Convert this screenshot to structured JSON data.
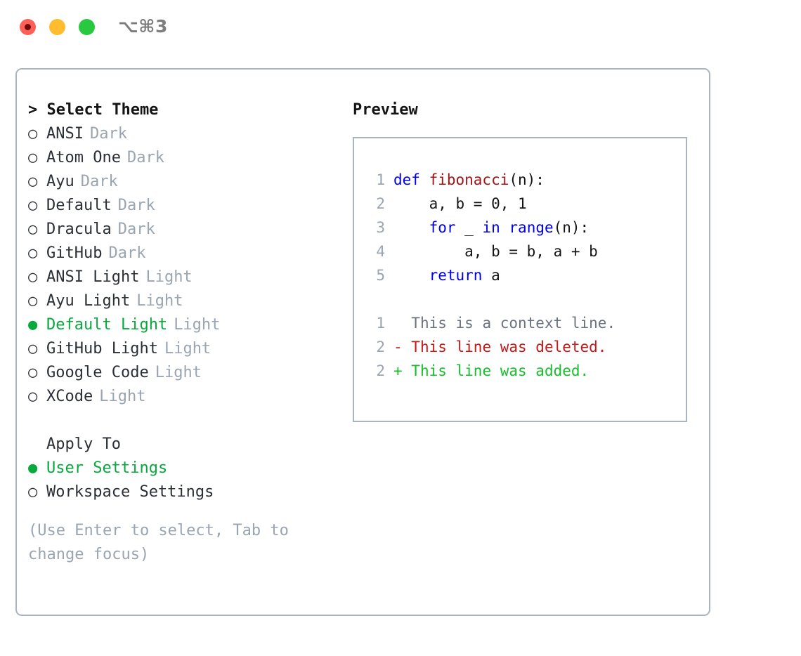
{
  "window": {
    "title": "⌥⌘3",
    "traffic_lights": [
      "close-red",
      "minimize-yellow",
      "maximize-green"
    ]
  },
  "theme_panel": {
    "heading": "> Select Theme",
    "bullet_selected": "●",
    "bullet_unselected": "○",
    "items": [
      {
        "name": "ANSI",
        "tag": "Dark",
        "selected": false
      },
      {
        "name": "Atom One",
        "tag": "Dark",
        "selected": false
      },
      {
        "name": "Ayu",
        "tag": "Dark",
        "selected": false
      },
      {
        "name": "Default",
        "tag": "Dark",
        "selected": false
      },
      {
        "name": "Dracula",
        "tag": "Dark",
        "selected": false
      },
      {
        "name": "GitHub",
        "tag": "Dark",
        "selected": false
      },
      {
        "name": "ANSI Light",
        "tag": "Light",
        "selected": false
      },
      {
        "name": "Ayu Light",
        "tag": "Light",
        "selected": false
      },
      {
        "name": "Default Light",
        "tag": "Light",
        "selected": true
      },
      {
        "name": "GitHub Light",
        "tag": "Light",
        "selected": false
      },
      {
        "name": "Google Code",
        "tag": "Light",
        "selected": false
      },
      {
        "name": "XCode",
        "tag": "Light",
        "selected": false
      }
    ]
  },
  "apply_to": {
    "heading": "Apply To",
    "options": [
      {
        "name": "User Settings",
        "selected": true
      },
      {
        "name": "Workspace Settings",
        "selected": false
      }
    ]
  },
  "hint": "(Use Enter to select, Tab to change focus)",
  "preview": {
    "title": "Preview",
    "code_lines": [
      {
        "num": "1",
        "tokens": [
          {
            "t": "def ",
            "c": "kw"
          },
          {
            "t": "fibonacci",
            "c": "fn"
          },
          {
            "t": "(n):",
            "c": "plain"
          }
        ]
      },
      {
        "num": "2",
        "tokens": [
          {
            "t": "    a, b = 0, 1",
            "c": "plain"
          }
        ]
      },
      {
        "num": "3",
        "tokens": [
          {
            "t": "    ",
            "c": "plain"
          },
          {
            "t": "for",
            "c": "kw"
          },
          {
            "t": " _ ",
            "c": "plain"
          },
          {
            "t": "in",
            "c": "kw"
          },
          {
            "t": " ",
            "c": "plain"
          },
          {
            "t": "range",
            "c": "kw"
          },
          {
            "t": "(n):",
            "c": "plain"
          }
        ]
      },
      {
        "num": "4",
        "tokens": [
          {
            "t": "        a, b = b, a + b",
            "c": "plain"
          }
        ]
      },
      {
        "num": "5",
        "tokens": [
          {
            "t": "    ",
            "c": "plain"
          },
          {
            "t": "return",
            "c": "kw"
          },
          {
            "t": " a",
            "c": "plain"
          }
        ]
      }
    ],
    "diff_lines": [
      {
        "num": "1",
        "marker": "  ",
        "text": "This is a context line.",
        "kind": "diff-ctx"
      },
      {
        "num": "2",
        "marker": "- ",
        "text": "This line was deleted.",
        "kind": "diff-del"
      },
      {
        "num": "2",
        "marker": "+ ",
        "text": "This line was added.",
        "kind": "diff-add"
      }
    ]
  },
  "colors": {
    "accent_green": "#07A93C",
    "muted": "#9aa5b1",
    "border": "#aab4c0",
    "keyword_blue": "#0000EE",
    "function_red": "#A41414",
    "diff_add_green": "#16BE2B",
    "diff_del_red": "#C41919"
  }
}
